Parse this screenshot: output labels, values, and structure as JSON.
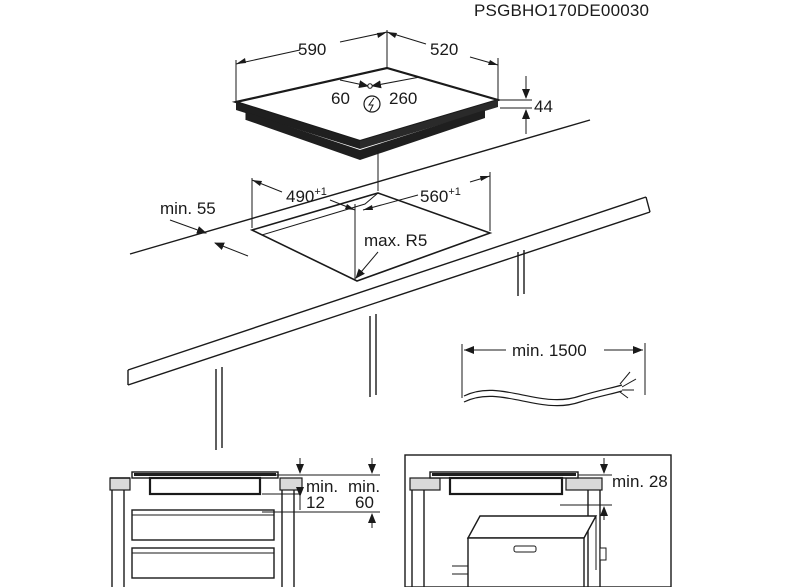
{
  "drawing_code": "PSGBHO170DE00030",
  "hob": {
    "width": "590",
    "depth": "520",
    "height": "44",
    "connection_offset_left": "60",
    "connection_offset_right": "260"
  },
  "cutout": {
    "width": "490",
    "width_tolerance": "+1",
    "depth": "560",
    "depth_tolerance": "+1",
    "edge_distance": "min. 55",
    "corner_radius": "max. R5"
  },
  "cable": {
    "length": "min. 1500"
  },
  "section_left": {
    "gap_top": "min.",
    "gap_top_value": "12",
    "gap_bottom": "min.",
    "gap_bottom_value": "60"
  },
  "section_right": {
    "clearance": "min. 28"
  }
}
